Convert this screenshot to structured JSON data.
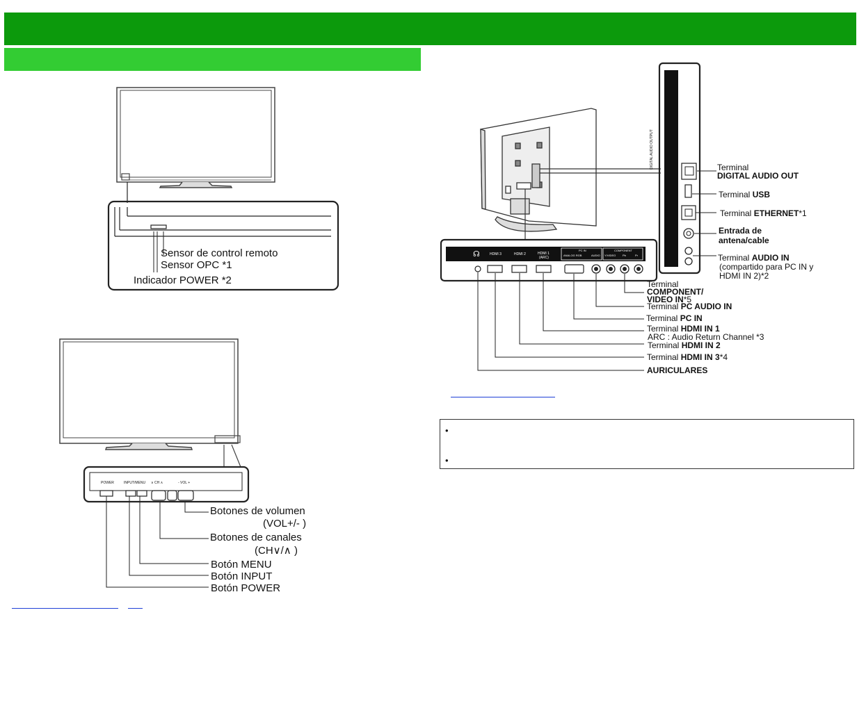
{
  "colors": {
    "header_green": "#0c9a0c",
    "section_green": "#33cc33",
    "link_blue": "#1d3fd6"
  },
  "front_panel": {
    "labels": {
      "remote_sensor": "Sensor de control remoto",
      "opc_sensor": "Sensor OPC *1",
      "power_indicator": "Indicador POWER *2"
    }
  },
  "side_panel": {
    "mini_labels": {
      "power": "POWER",
      "input_menu": "INPUT/MENU",
      "ch": "∨ CH ∧",
      "vol": "- VOL +"
    },
    "labels": {
      "volume_buttons": "Botones de volumen",
      "volume_sub": "(VOL+/- )",
      "channel_buttons": "Botones de canales",
      "channel_sub": "(CH∨/∧ )",
      "menu_button": "Botón MENU",
      "input_button": "Botón INPUT",
      "power_button": "Botón POWER"
    }
  },
  "rear_panel": {
    "port_labels": {
      "hdmi3": "HDMI 3",
      "hdmi2": "HDMI 2",
      "hdmi1": "HDMI 1",
      "hdmi1_arc": "(ARC)",
      "pc_in": "PC IN",
      "analog_rgb": "ANALOG RGB",
      "audio": "AUDIO",
      "component": "COMPONENT",
      "y_video": "Y/VIDEO",
      "pb": "Pb",
      "pr": "Pr"
    },
    "side_port_labels": {
      "digital_out": "DIGITAL AUDIO OUTPUT",
      "usb": "USB",
      "ethernet": "ETHERNET",
      "ant_cable": "ANT/CABLE",
      "audio_in": "AUDIO IN"
    },
    "right_labels": {
      "digital_prefix": "Terminal",
      "digital_bold": "DIGITAL AUDIO OUT",
      "usb_prefix": "Terminal ",
      "usb_bold": "USB",
      "eth_prefix": "Terminal ",
      "eth_bold": "ETHERNET",
      "eth_note": "*1",
      "antenna_1": "Entrada de",
      "antenna_2": "antena/cable",
      "audio_in_prefix": "Terminal ",
      "audio_in_bold": "AUDIO IN",
      "audio_in_2": "(compartido para PC IN y",
      "audio_in_3": "HDMI IN 2)*2"
    },
    "bottom_labels": {
      "component_prefix": "Terminal",
      "component_bold_1": "COMPONENT/",
      "component_bold_2": "VIDEO IN",
      "component_note": "*5",
      "pc_audio_prefix": "Terminal ",
      "pc_audio_bold": "PC AUDIO IN",
      "pc_in_prefix": "Terminal ",
      "pc_in_bold": "PC IN",
      "hdmi1_prefix": "Terminal ",
      "hdmi1_bold": "HDMI IN 1",
      "arc_note": "ARC : Audio Return Channel *3",
      "hdmi2_prefix": "Terminal ",
      "hdmi2_bold": "HDMI IN 2",
      "hdmi3_prefix": "Terminal ",
      "hdmi3_bold": "HDMI IN 3",
      "hdmi3_note": "*4",
      "headphones": "AURICULARES"
    }
  },
  "notes": {
    "bullets": [
      "•",
      "•"
    ]
  }
}
